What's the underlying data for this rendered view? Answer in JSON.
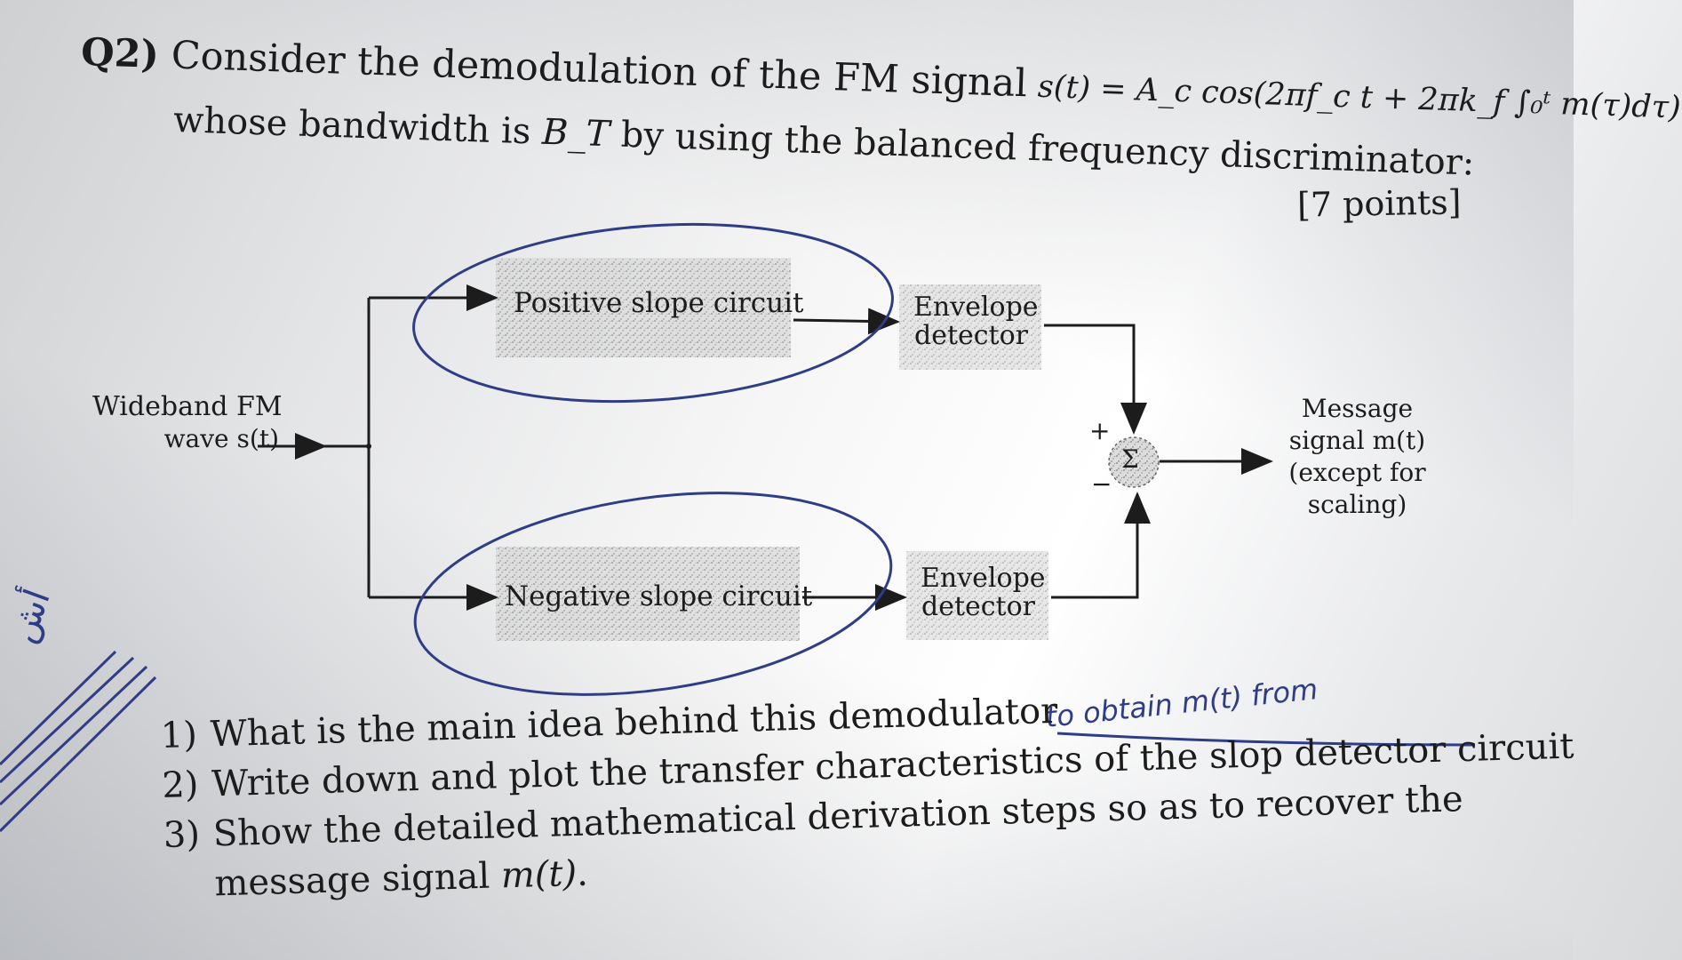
{
  "question": {
    "label": "Q2)",
    "line1": "Consider the demodulation of the FM signal",
    "formula": "s(t) = A_c cos(2πf_c t + 2πk_f ∫₀ᵗ m(τ)dτ)",
    "line2_prefix": "whose bandwidth is ",
    "bandwidth_symbol": "B_T",
    "line2_suffix": " by using the balanced frequency discriminator:",
    "points": "[7 points]"
  },
  "diagram": {
    "input_line1": "Wideband FM",
    "input_line2": "wave s(t)",
    "positive_block": "Positive slope circuit",
    "negative_block": "Negative slope circuit",
    "env_top_line1": "Envelope",
    "env_top_line2": "detector",
    "env_bottom_line1": "Envelope",
    "env_bottom_line2": "detector",
    "sum_symbol": "Σ",
    "plus_sign": "+",
    "minus_sign": "−",
    "output_line1": "Message",
    "output_line2": "signal m(t)",
    "output_line3": "(except for",
    "output_line4": "scaling)"
  },
  "handwriting": {
    "note": "to obtain m(t) from",
    "side_mark": "أش"
  },
  "tasks": [
    {
      "num": "1)",
      "text": "What is the main idea behind this demodulator"
    },
    {
      "num": "2)",
      "text": "Write down and plot the transfer characteristics of the slop detector circuit"
    },
    {
      "num": "3)",
      "text": "Show the detailed mathematical derivation steps so as to recover the"
    }
  ],
  "task3_cont_prefix": "message signal ",
  "task3_cont_var": "m(t)",
  "task3_cont_suffix": "."
}
